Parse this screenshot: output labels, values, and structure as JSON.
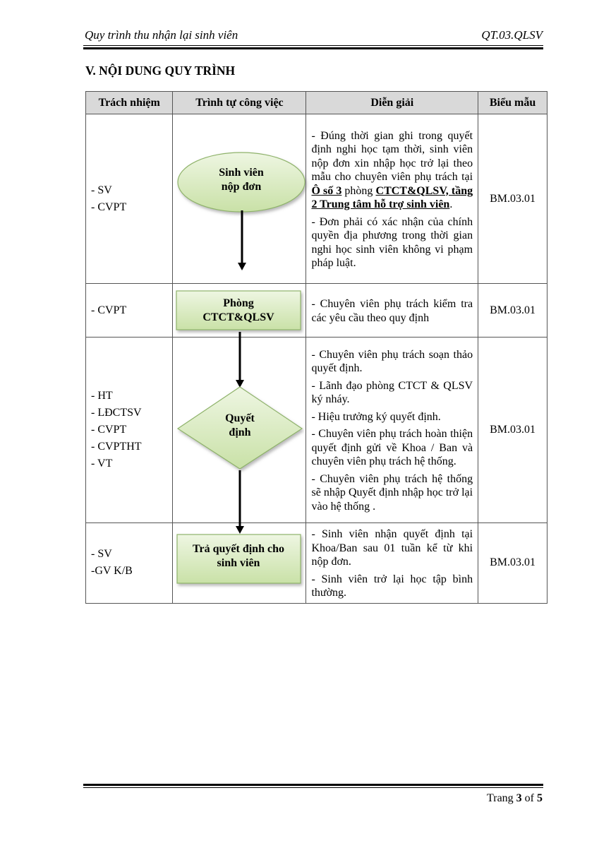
{
  "header": {
    "left": "Quy trình thu nhận lại sinh viên",
    "right": "QT.03.QLSV"
  },
  "section_title": "V. NỘI DUNG QUY TRÌNH",
  "table": {
    "headers": [
      "Trách nhiệm",
      "Trình tự công việc",
      "Diễn giải",
      "Biểu mẫu"
    ],
    "rows": [
      {
        "resp": [
          "- SV",
          "- CVPT"
        ],
        "desc1_pre": "- Đúng thời gian ghi trong quyết định nghi học tạm thời, sinh viên nộp đơn xin nhập học trở lại theo mẫu cho chuyên viên phụ trách tại ",
        "desc1_u1": "Ô số 3",
        "desc1_mid": " phòng ",
        "desc1_u2": "CTCT&QLSV, tầng 2 Trung tâm hỗ trợ sinh viên",
        "desc1_end": ".",
        "desc2": "- Đơn phải có xác nhận của chính quyền địa phương trong thời gian nghi học sinh viên không vi phạm pháp luật.",
        "form": "BM.03.01"
      },
      {
        "resp": [
          "- CVPT"
        ],
        "desc": [
          "- Chuyên viên phụ trách kiểm tra các yêu cầu theo quy định"
        ],
        "form": "BM.03.01"
      },
      {
        "resp": [
          "- HT",
          "- LĐCTSV",
          "- CVPT",
          "- CVPTHT",
          "- VT"
        ],
        "desc": [
          "- Chuyên viên phụ trách soạn thảo quyết định.",
          "- Lãnh đạo phòng CTCT & QLSV ký nháy.",
          "- Hiệu trưởng ký quyết định.",
          "- Chuyên viên phụ trách hoàn thiện quyết định gửi về Khoa / Ban và chuyên viên phụ trách hệ thống.",
          "- Chuyên viên phụ trách hệ thống sẽ nhập Quyết định nhập học trở lại vào hệ thống ."
        ],
        "form": "BM.03.01"
      },
      {
        "resp": [
          "- SV",
          "-GV K/B"
        ],
        "desc": [
          "- Sinh viên nhận quyết định tại Khoa/Ban sau 01 tuần kể từ khi nộp đơn.",
          "- Sinh viên trở lại học tập bình thường."
        ],
        "form": "BM.03.01"
      }
    ]
  },
  "flow": {
    "ellipse": [
      "Sinh viên",
      "nộp đơn"
    ],
    "box1": [
      "Phòng",
      "CTCT&QLSV"
    ],
    "diamond": [
      "Quyết",
      "định"
    ],
    "box2": [
      "Trả quyết định cho",
      "sinh viên"
    ]
  },
  "footer": {
    "prefix": "Trang ",
    "page": "3",
    "mid": " of ",
    "total": "5"
  },
  "colors": {
    "shape_light": "#eef6e2",
    "shape_dark": "#c9e1a7",
    "header_fill": "#d9d9d9"
  }
}
